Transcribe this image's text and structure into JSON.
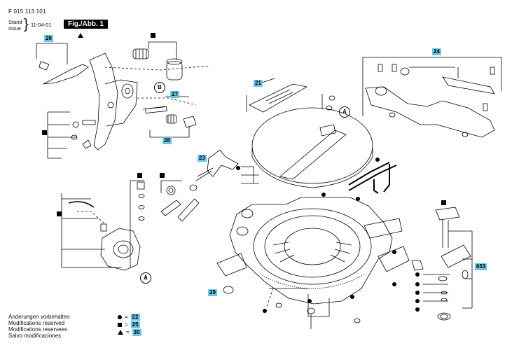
{
  "header": {
    "part_number": "F 015 113 101",
    "stand_label": "Stand",
    "issue_label": "Issue",
    "date": "11-04-01",
    "figure_label": "Fig./Abb. 1"
  },
  "callouts": [
    "26",
    "27",
    "28",
    "21",
    "24",
    "23",
    "29",
    "653"
  ],
  "view_refs": [
    "B",
    "A",
    "A"
  ],
  "notes": [
    "Änderungen vorbehalten",
    "Modifications reserved",
    "Modifications reservees",
    "Salvo modificaciones"
  ],
  "legend": [
    {
      "symbol": "circle",
      "value": "22"
    },
    {
      "symbol": "square",
      "value": "25"
    },
    {
      "symbol": "triangle",
      "value": "30"
    }
  ],
  "colors": {
    "callout_bg": "#6ec6e6",
    "ink": "#000000"
  }
}
